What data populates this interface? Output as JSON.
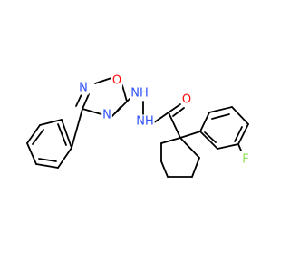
{
  "molecule": {
    "atoms": {
      "o_ring": {
        "symbol": "O",
        "color": "#ff0d0d"
      },
      "n_top": {
        "symbol": "N",
        "color": "#3050f8"
      },
      "n_bottom": {
        "symbol": "N",
        "color": "#3050f8"
      },
      "nh_upper": {
        "symbol": "NH",
        "color": "#3050f8"
      },
      "nh_lower": {
        "symbol": "NH",
        "color": "#3050f8"
      },
      "o_carbonyl": {
        "symbol": "O",
        "color": "#ff0d0d"
      },
      "f": {
        "symbol": "F",
        "color": "#90e050"
      }
    }
  }
}
